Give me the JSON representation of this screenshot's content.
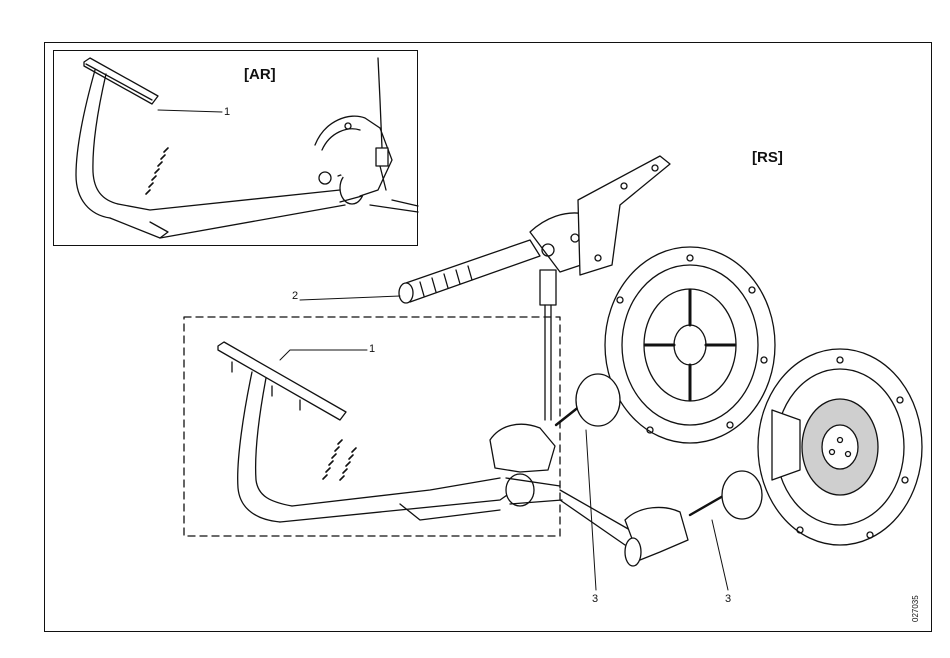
{
  "inset_label": "[AR]",
  "main_label": "[RS]",
  "callouts": {
    "inset_pedal": "1",
    "main_pedal": "1",
    "handle": "2",
    "cable_left": "3",
    "cable_right": "3"
  },
  "reference_code": "027035",
  "colors": {
    "line": "#111111",
    "paper": "#ffffff",
    "shade": "#cfcfcf"
  }
}
